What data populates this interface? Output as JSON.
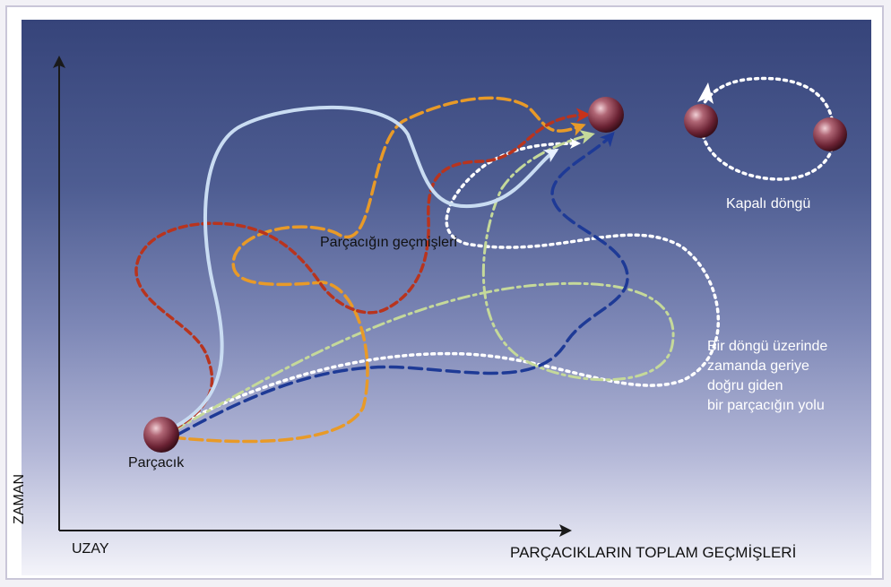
{
  "labels": {
    "particle": "Parçacık",
    "histories": "Parçacığın geçmişleri",
    "closed_loop": "Kapalı döngü",
    "loop_path_lines": [
      "Bir döngü üzerinde",
      "zamanda geriye",
      "doğru giden",
      "bir parçacığın yolu"
    ],
    "time_axis": "ZAMAN",
    "space_axis": "UZAY",
    "sum_over_histories": "PARÇACIKLARIN TOPLAM GEÇMİŞLERİ"
  },
  "colors": {
    "path_white_solid": "#c9dcf2",
    "path_orange": "#e89a28",
    "path_red": "#b8341e",
    "path_white_dotted": "#ffffff",
    "path_green": "#c5d99a",
    "path_navy": "#1e3a96",
    "particle": "#7a2a3a",
    "axis": "#1a1a1a"
  }
}
